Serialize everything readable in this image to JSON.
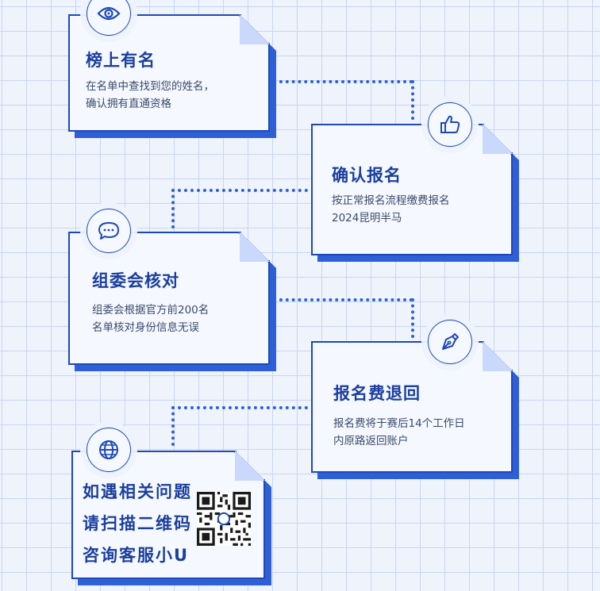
{
  "steps": [
    {
      "title": "榜上有名",
      "lines": [
        "在名单中查找到您的姓名，",
        "确认拥有直通资格"
      ],
      "icon": "eye-icon"
    },
    {
      "title": "确认报名",
      "lines": [
        "按正常报名流程缴费报名",
        "2024昆明半马"
      ],
      "icon": "thumbs-up-icon"
    },
    {
      "title": "组委会核对",
      "lines": [
        "组委会根据官方前200名",
        "名单核对身份信息无误"
      ],
      "icon": "chat-bubble-icon"
    },
    {
      "title": "报名费退回",
      "lines": [
        "报名费将于赛后14个工作日",
        "内原路返回账户"
      ],
      "icon": "pen-nib-icon"
    }
  ],
  "contact": {
    "lines": [
      "如遇相关问题",
      "请扫描二维码",
      "咨询客服小U"
    ],
    "icon": "globe-icon",
    "qr": "qr-code"
  },
  "colors": {
    "accent": "#1d49b8",
    "shadow": "#2f5fd6",
    "title": "#1b3f9e",
    "background": "#eef3fc"
  }
}
